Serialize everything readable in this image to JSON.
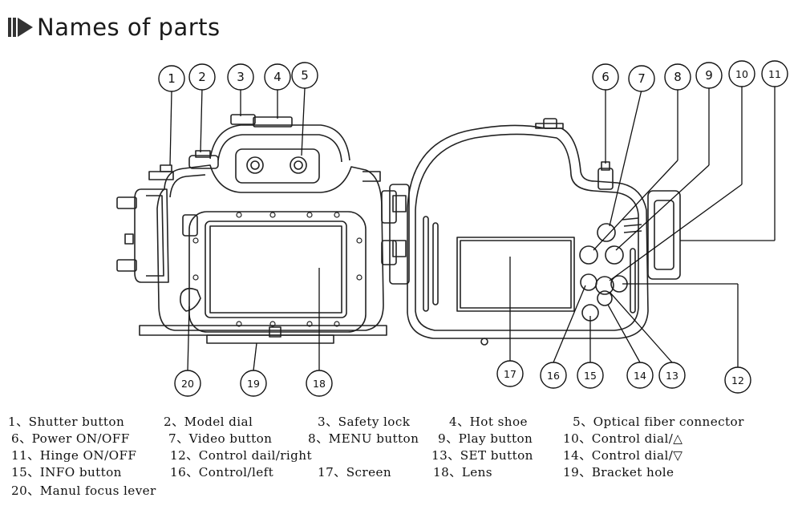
{
  "title": "Names of parts",
  "callouts": [
    "1",
    "2",
    "3",
    "4",
    "5",
    "6",
    "7",
    "8",
    "9",
    "10",
    "11",
    "12",
    "13",
    "14",
    "15",
    "16",
    "17",
    "18",
    "19",
    "20"
  ],
  "legend": [
    {
      "num": "1",
      "label": "Shutter button"
    },
    {
      "num": "2",
      "label": "Model dial"
    },
    {
      "num": "3",
      "label": "Safety lock"
    },
    {
      "num": "4",
      "label": "Hot shoe"
    },
    {
      "num": "5",
      "label": "Optical fiber connector"
    },
    {
      "num": "6",
      "label": "Power ON/OFF"
    },
    {
      "num": "7",
      "label": "Video button"
    },
    {
      "num": "8",
      "label": "MENU button"
    },
    {
      "num": "9",
      "label": "Play button"
    },
    {
      "num": "10",
      "label": "Control dial/△"
    },
    {
      "num": "11",
      "label": "Hinge ON/OFF"
    },
    {
      "num": "12",
      "label": "Control dail/right"
    },
    {
      "num": "13",
      "label": "SET button"
    },
    {
      "num": "14",
      "label": "Control dial/▽"
    },
    {
      "num": "15",
      "label": "INFO button"
    },
    {
      "num": "16",
      "label": "Control/left"
    },
    {
      "num": "17",
      "label": "Screen"
    },
    {
      "num": "18",
      "label": "Lens"
    },
    {
      "num": "19",
      "label": "Bracket hole"
    },
    {
      "num": "20",
      "label": "Manul focus lever"
    }
  ],
  "separator": "、"
}
